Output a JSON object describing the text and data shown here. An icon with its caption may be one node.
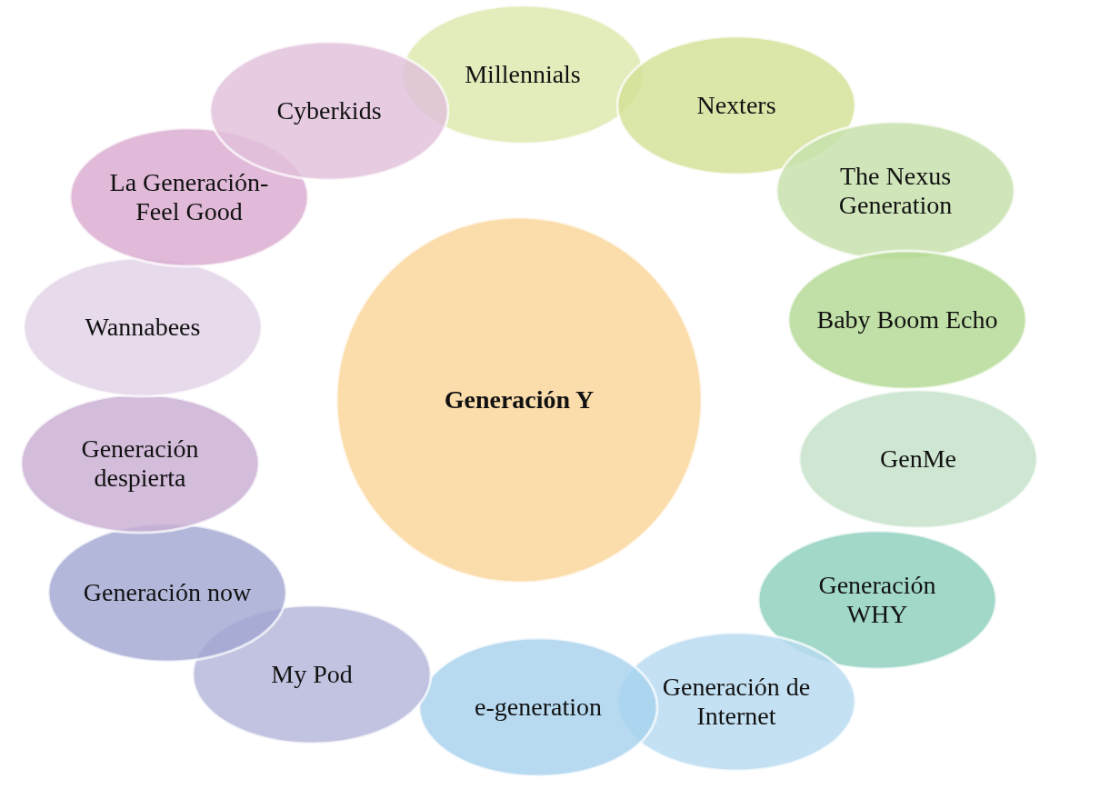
{
  "diagram": {
    "nodes": [
      {
        "text": [
          "Generación Y"
        ]
      },
      {
        "text": [
          "Millennials"
        ]
      },
      {
        "text": [
          "Nexters"
        ]
      },
      {
        "text": [
          "The Nexus Generation"
        ]
      },
      {
        "text": [
          "Baby Boom Echo"
        ]
      },
      {
        "text": [
          "GenMe"
        ]
      },
      {
        "text": [
          "Generación WHY"
        ]
      },
      {
        "text": [
          "Generación de Internet"
        ]
      },
      {
        "text": [
          "e-generation"
        ]
      },
      {
        "text": [
          "My Pod"
        ]
      },
      {
        "text": [
          "Generación now"
        ]
      },
      {
        "text": [
          "Generación despierta"
        ]
      },
      {
        "text": [
          "Wannabees"
        ]
      },
      {
        "text": [
          "La Generación-Feel Good"
        ]
      },
      {
        "text": [
          "Cyberkids"
        ]
      }
    ],
    "edges": []
  }
}
